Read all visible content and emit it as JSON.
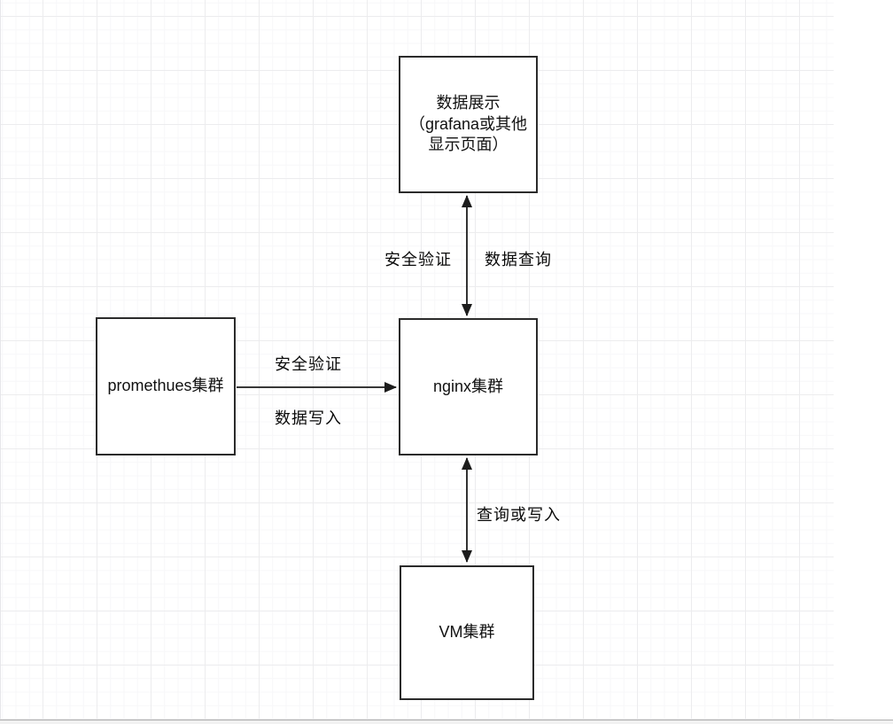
{
  "diagram": {
    "nodes": {
      "display": {
        "line1": "数据展示",
        "line2": "（grafana或其他",
        "line3": "显示页面）"
      },
      "prometheus": {
        "label": "promethues集群"
      },
      "nginx": {
        "label": "nginx集群"
      },
      "vm": {
        "label": "VM集群"
      }
    },
    "edge_labels": {
      "auth_top": "安全验证",
      "data_query": "数据查询",
      "auth_left": "安全验证",
      "data_write": "数据写入",
      "query_or_write": "查询或写入"
    }
  },
  "colors": {
    "edge": "#1c1c1c",
    "node_border": "#2b2b2b",
    "grid_minor": "#f7f7f9",
    "grid_major": "#ececee",
    "strip": "#f1f1f1"
  }
}
